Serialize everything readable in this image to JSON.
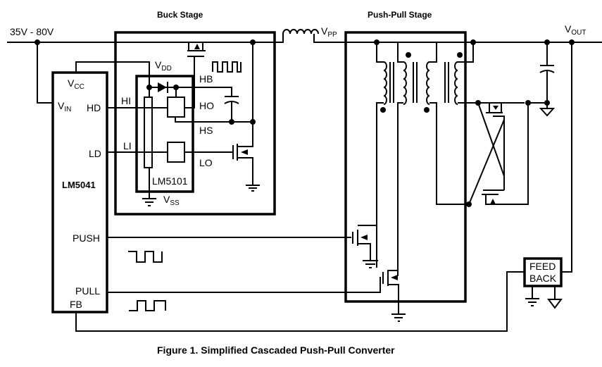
{
  "stages": {
    "buck_title": "Buck Stage",
    "pushpull_title": "Push-Pull Stage"
  },
  "input": {
    "voltage_range": "35V - 80V"
  },
  "nodes": {
    "vpp_main": "V",
    "vpp_sub": "PP",
    "vout_main": "V",
    "vout_sub": "OUT",
    "vdd_main": "V",
    "vdd_sub": "DD",
    "vss_main": "V",
    "vss_sub": "SS"
  },
  "controller": {
    "name": "LM5041",
    "pins": {
      "vcc_main": "V",
      "vcc_sub": "CC",
      "vin_main": "V",
      "vin_sub": "IN",
      "hd": "HD",
      "ld": "LD",
      "push": "PUSH",
      "pull": "PULL",
      "fb": "FB"
    }
  },
  "driver": {
    "name": "LM5101",
    "pins": {
      "hi": "HI",
      "li": "LI",
      "hb": "HB",
      "ho": "HO",
      "hs": "HS",
      "lo": "LO"
    }
  },
  "feedback": {
    "line1": "FEED",
    "line2": "BACK"
  },
  "caption": "Figure 1. Simplified Cascaded Push-Pull Converter"
}
